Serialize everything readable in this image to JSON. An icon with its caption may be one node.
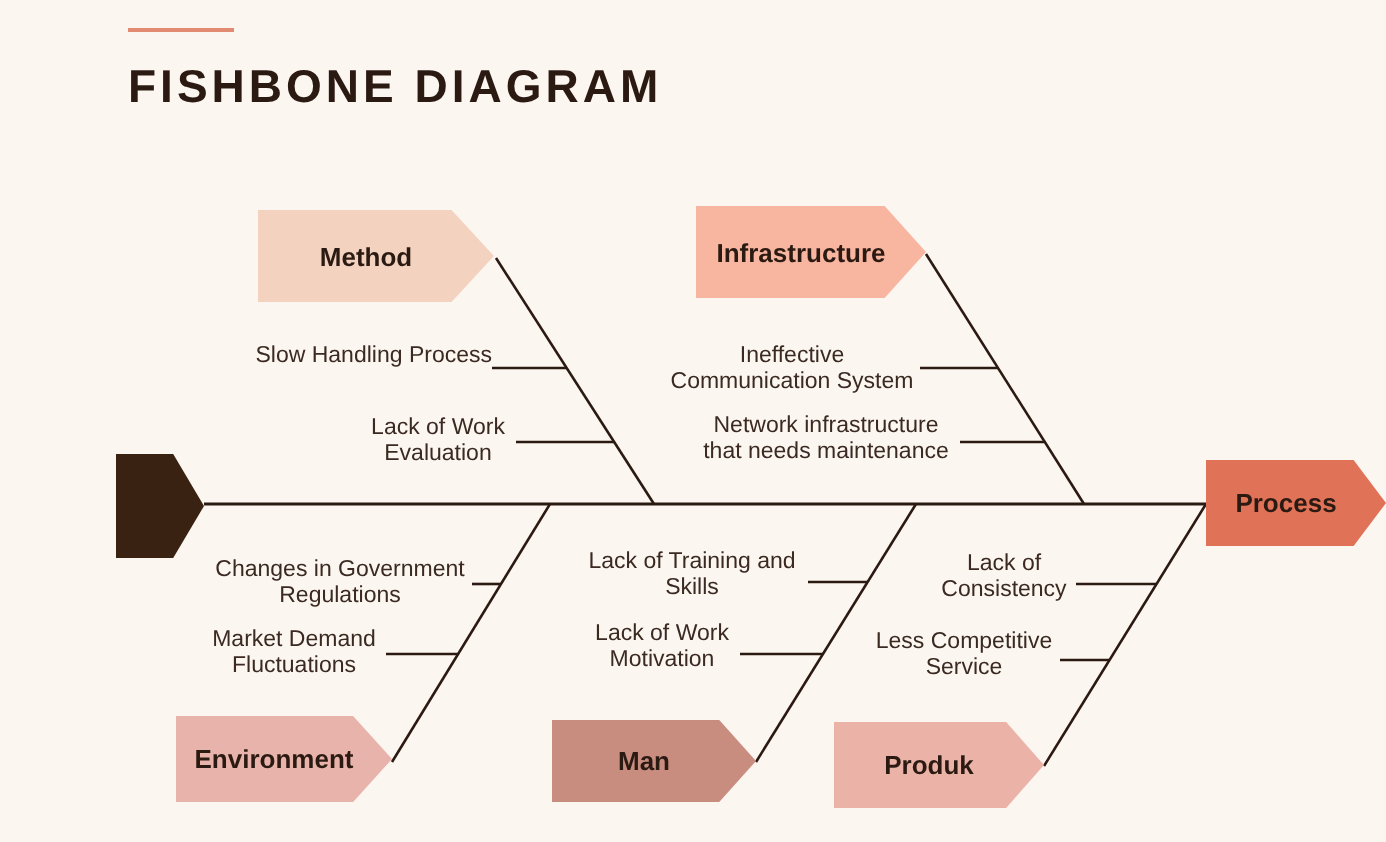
{
  "diagram": {
    "title": "FISHBONE DIAGRAM",
    "nodes": [
      {
        "text": [],
        "shape": "pentagon"
      },
      {
        "text": [
          "Process"
        ]
      },
      {
        "text": [
          "Method"
        ]
      },
      {
        "text": [
          "Infrastructure"
        ]
      },
      {
        "text": [
          "Environment"
        ]
      },
      {
        "text": [
          "Man"
        ]
      },
      {
        "text": [
          "Produk"
        ]
      },
      {
        "text": [
          "Slow Handling Process"
        ]
      },
      {
        "text": [
          "Lack of Work Evaluation"
        ]
      },
      {
        "text": [
          "Ineffective Communication System"
        ]
      },
      {
        "text": [
          "Network infrastructure that needs maintenance"
        ]
      },
      {
        "text": [
          "Changes in Government Regulations"
        ]
      },
      {
        "text": [
          "Market Demand Fluctuations"
        ]
      },
      {
        "text": [
          "Lack of Training and Skills"
        ]
      },
      {
        "text": [
          "Lack of Work Motivation"
        ]
      },
      {
        "text": [
          "Lack of Consistency"
        ]
      },
      {
        "text": [
          "Less Competitive Service"
        ]
      }
    ],
    "edges": [
      {
        "from": 0,
        "to": 1,
        "arrow": "none"
      },
      {
        "from": 2,
        "to": null,
        "arrow": "none"
      },
      {
        "from": 3,
        "to": null,
        "arrow": "none"
      },
      {
        "from": 4,
        "to": null,
        "arrow": "none"
      },
      {
        "from": 5,
        "to": null,
        "arrow": "none"
      },
      {
        "from": 6,
        "to": 1,
        "arrow": "none"
      },
      {
        "from": 7,
        "to": null,
        "arrow": "none"
      },
      {
        "from": 8,
        "to": null,
        "arrow": "none"
      },
      {
        "from": 9,
        "to": null,
        "arrow": "none"
      },
      {
        "from": 10,
        "to": null,
        "arrow": "none"
      },
      {
        "from": 11,
        "to": null,
        "arrow": "none"
      },
      {
        "from": 12,
        "to": null,
        "arrow": "none"
      },
      {
        "from": 13,
        "to": null,
        "arrow": "none"
      },
      {
        "from": 14,
        "to": null,
        "arrow": "none"
      },
      {
        "from": 15,
        "to": null,
        "arrow": "none"
      },
      {
        "from": 16,
        "to": null,
        "arrow": "none"
      }
    ]
  }
}
